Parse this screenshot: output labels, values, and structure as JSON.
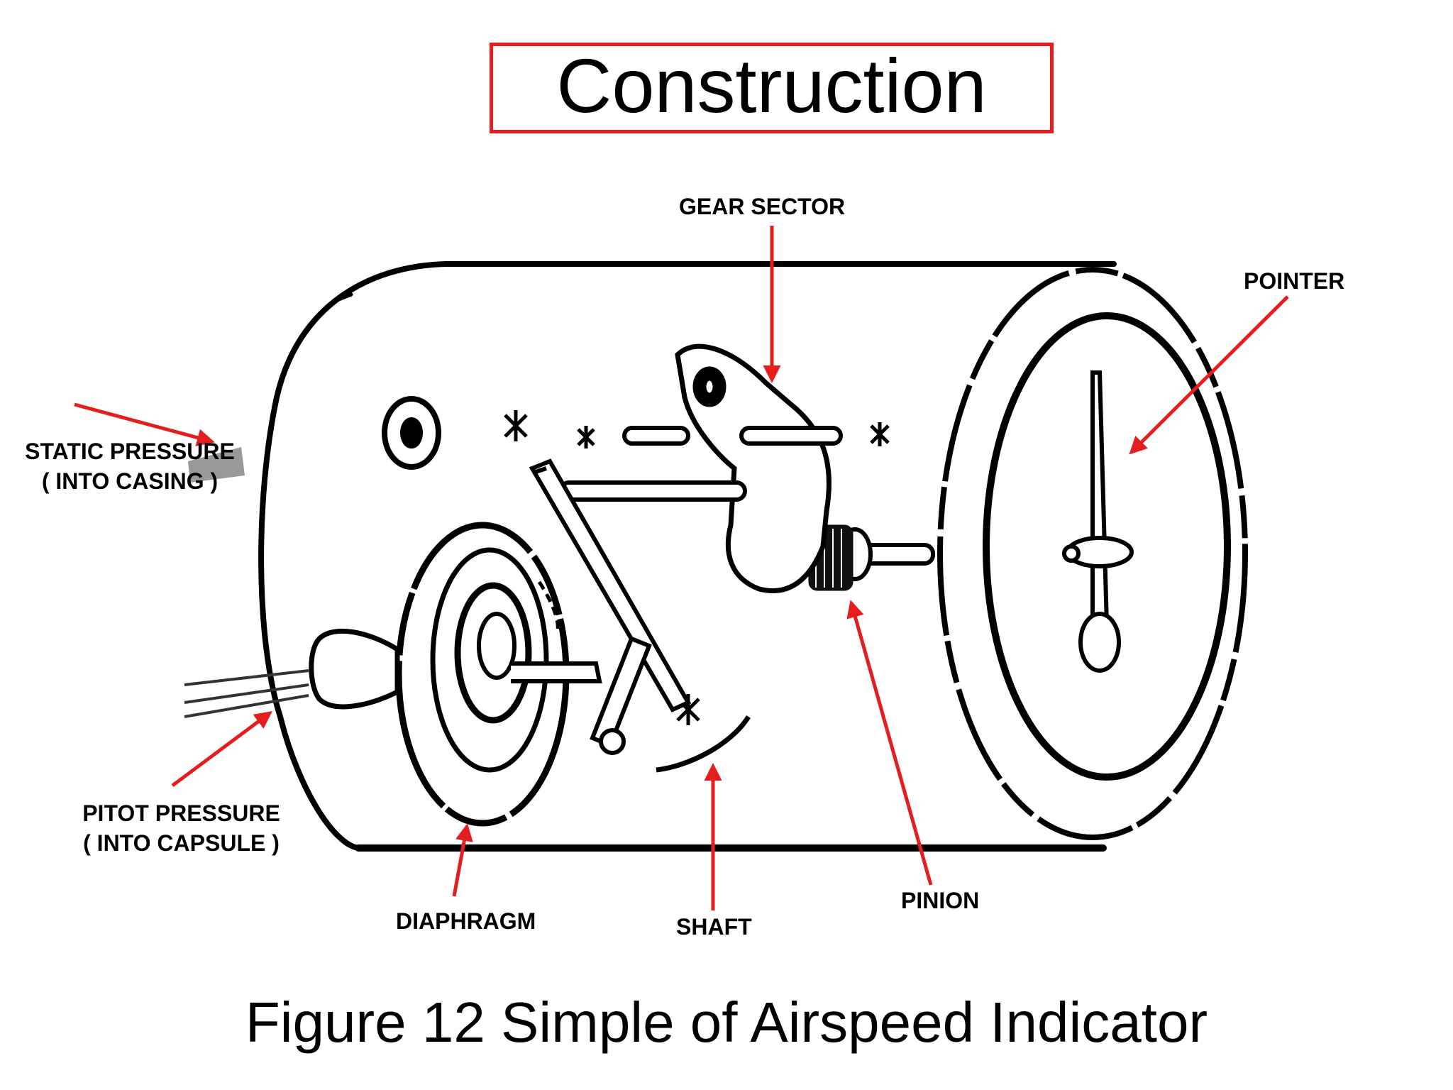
{
  "title": "Construction",
  "caption": "Figure 12  Simple of Airspeed Indicator",
  "labels": {
    "gear_sector": "GEAR SECTOR",
    "pointer": "POINTER",
    "static_pressure": "STATIC PRESSURE",
    "static_pressure_sub": "( INTO CASING )",
    "pitot_pressure": "PITOT PRESSURE",
    "pitot_pressure_sub": "( INTO CAPSULE )",
    "diaphragm": "DIAPHRAGM",
    "shaft": "SHAFT",
    "pinion": "PINION"
  },
  "colors": {
    "accent": "#e41e1e",
    "ink": "#000000"
  }
}
